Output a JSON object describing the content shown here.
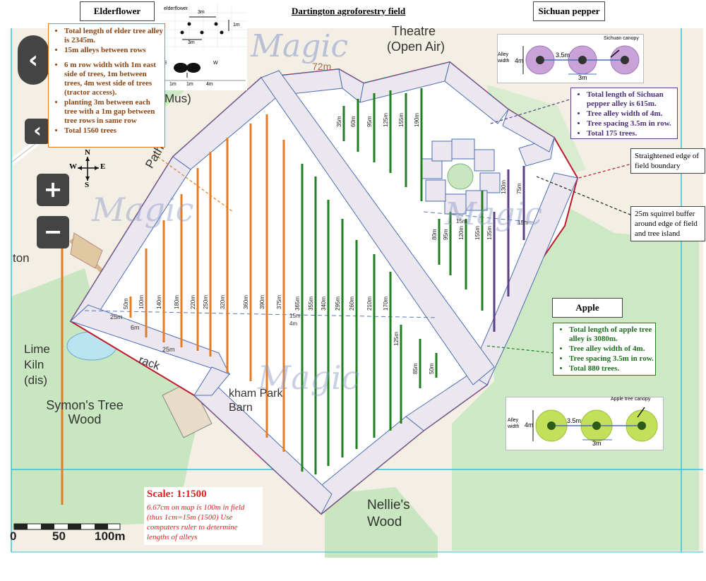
{
  "colors": {
    "elder": "#e27d25",
    "apple": "#1f7f1f",
    "pepper": "#5a3f85",
    "buffer": "#ece6ee",
    "water": "#b9e4f0",
    "wood": "#c8e6bf",
    "boundary": "#c0182b",
    "gridline": "#39c0d8"
  },
  "header": {
    "elder_label": "Elderflower",
    "title": "Dartington agroforestry field",
    "pepper_label": "Sichuan pepper",
    "apple_label": "Apple"
  },
  "elder_notes": {
    "items": [
      "Total length of elder tree alley is 2345m.",
      "15m alleys between rows",
      "6 m row width with 1m east side of trees, 1m between trees, 4m west side of trees (tractor access).",
      "planting 3m between each tree with a 1m gap between tree rows in same row",
      "Total 1560 trees"
    ]
  },
  "elder_diagram": {
    "title": "elderflower",
    "spacing": "3m",
    "row_gap": "1m",
    "e_label": "E",
    "w_label": "W",
    "widths": [
      "1m",
      "1m",
      "4m"
    ]
  },
  "pepper_notes": {
    "items": [
      "Total length of Sichuan pepper alley is 615m.",
      "Tree alley width of 4m.",
      "Tree spacing 3.5m in row.",
      "Total 175 trees."
    ]
  },
  "apple_notes": {
    "items": [
      "Total length of apple tree alley is 3080m.",
      "Tree alley width of 4m.",
      "Tree spacing 3.5m in row.",
      "Total 880 trees."
    ]
  },
  "pepper_diagram": {
    "canopy": "Sichuan canopy",
    "alley_width": "Alley width",
    "width": "4m",
    "spacing": "3.5m",
    "gap": "3m"
  },
  "apple_diagram": {
    "canopy": "Apple tree canopy",
    "alley_width": "Alley width",
    "width": "4m",
    "spacing": "3.5m",
    "gap": "3m"
  },
  "callouts": {
    "straightened": "Straightened edge of field boundary",
    "buffer": "25m squirrel buffer around edge of field and tree island"
  },
  "compass": {
    "n": "N",
    "s": "S",
    "e": "E",
    "w": "W"
  },
  "map_labels": {
    "theatre": "Theatre",
    "open_air": "(Open Air)",
    "mus": "Mus)",
    "path": "Path",
    "lime_kiln": "Lime Kiln (dis)",
    "symons": "Symon's Tree Wood",
    "park_barn": "kham Park Barn",
    "nellies": "Nellie's Wood",
    "track": "rack",
    "elev": "72m",
    "ton": "ton",
    "magic": "Magic"
  },
  "scale": {
    "title": "Scale: 1:1500",
    "text": "6.67cm on map is 100m in field (thus 1cm=15m (1500) Use computers ruler to determine lengths of alleys",
    "bar_labels": [
      "0",
      "50",
      "100m"
    ]
  },
  "buffer_labels": {
    "left": "25m",
    "bottom": "25m",
    "gap": "6m",
    "gap2": "15m",
    "gap3": "4m"
  },
  "elder_rows": [
    "50m",
    "100m",
    "140m",
    "180m",
    "220m",
    "250m",
    "320m",
    "360m",
    "390m",
    "375m"
  ],
  "apple_rows": [
    "365m",
    "355m",
    "340m",
    "295m",
    "260m",
    "210m",
    "170m",
    "125m",
    "85m",
    "50m"
  ],
  "apple_top_rows": [
    "35m",
    "60m",
    "95m",
    "125m",
    "155m",
    "190m"
  ],
  "apple_right_rows": [
    "80m",
    "95m",
    "120m",
    "155m"
  ],
  "pepper_rows": [
    "135m",
    "130m",
    "75m"
  ],
  "island_labels": [
    "15m",
    "15m"
  ]
}
